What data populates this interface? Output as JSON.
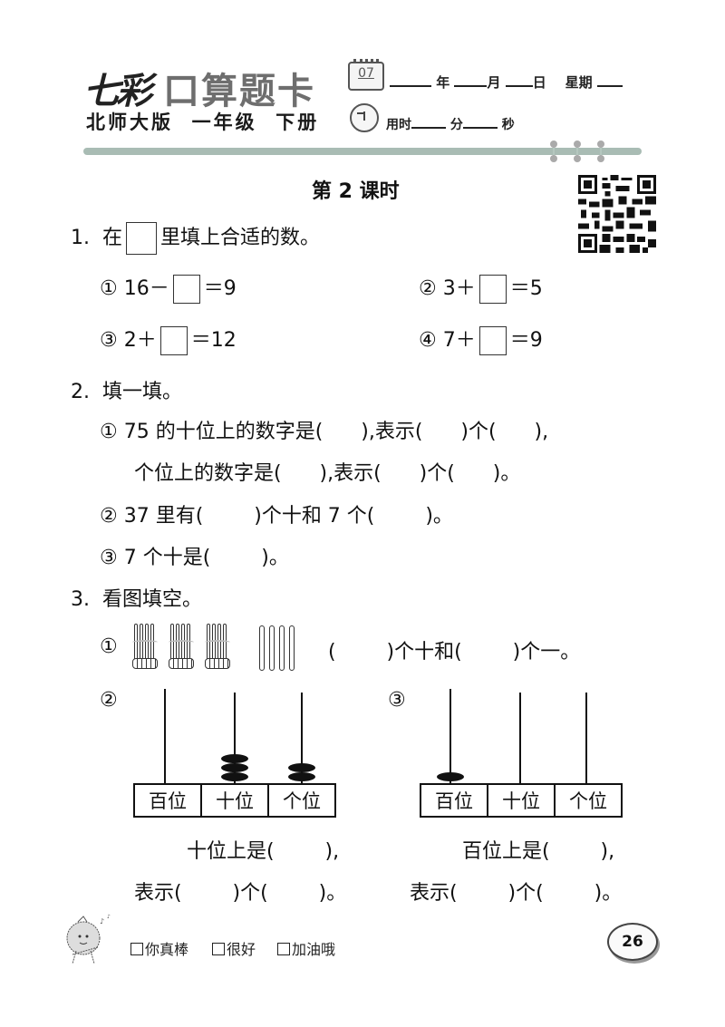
{
  "header": {
    "logo_qi": "七彩",
    "logo_main": "口算题卡",
    "calendar_icon_number": "07",
    "date_labels": {
      "year": "年",
      "month": "月",
      "day": "日",
      "weekday": "星期"
    },
    "edition": "北师大版",
    "grade": "一年级",
    "volume": "下册",
    "time_labels": {
      "used": "用时",
      "minutes": "分",
      "seconds": "秒"
    }
  },
  "lesson_title": "第 2 课时",
  "q1": {
    "title": "1.  在",
    "title_rest": "里填上合适的数。",
    "items": [
      {
        "marker": "①",
        "before": " 16－",
        "after": "＝9"
      },
      {
        "marker": "②",
        "before": " 3＋",
        "after": "＝5"
      },
      {
        "marker": "③",
        "before": " 2＋",
        "after": "＝12"
      },
      {
        "marker": "④",
        "before": " 7＋",
        "after": "＝9"
      }
    ]
  },
  "q2": {
    "title": "2.  填一填。",
    "item1_line1": "① 75 的十位上的数字是(      ),表示(      )个(      ),",
    "item1_line2": "个位上的数字是(      ),表示(      )个(      )。",
    "item2": "② 37 里有(        )个十和 7 个(        )。",
    "item3": "③ 7 个十是(        )。"
  },
  "q3": {
    "title": "3.  看图填空。",
    "item1_marker": "①",
    "item1_text": "(        )个十和(        )个一。",
    "bundles_of_ten": 3,
    "single_sticks": 4,
    "item2_marker": "②",
    "item3_marker": "③",
    "abacus_labels": [
      "百位",
      "十位",
      "个位"
    ],
    "abacus2_beads": {
      "hundreds": 0,
      "tens": 3,
      "ones": 2
    },
    "abacus3_beads": {
      "hundreds": 1,
      "tens": 0,
      "ones": 0
    },
    "item2_line1": "十位上是(        ),",
    "item2_line2": "表示(        )个(        )。",
    "item3_line1": "百位上是(        ),",
    "item3_line2": "表示(        )个(        )。"
  },
  "footer": {
    "ratings": [
      "你真棒",
      "很好",
      "加油哦"
    ],
    "page_number": "26"
  }
}
